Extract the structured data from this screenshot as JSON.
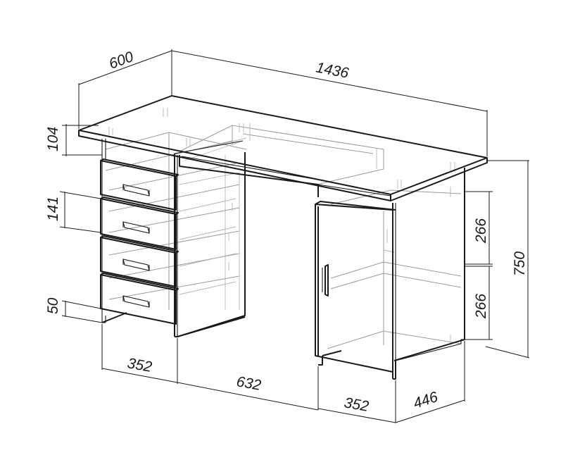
{
  "dimensions": {
    "depth_top": "600",
    "width_total": "1436",
    "top_thickness": "104",
    "drawer_height": "141",
    "plinth_height": "50",
    "shelf_upper": "266",
    "shelf_lower": "266",
    "height_total": "750",
    "left_pedestal_width": "352",
    "knee_space_width": "632",
    "right_pedestal_width": "352",
    "pedestal_depth": "446"
  },
  "colors": {
    "line": "#1a1a1a",
    "hidden": "#9a9a9a",
    "background": "#ffffff"
  }
}
